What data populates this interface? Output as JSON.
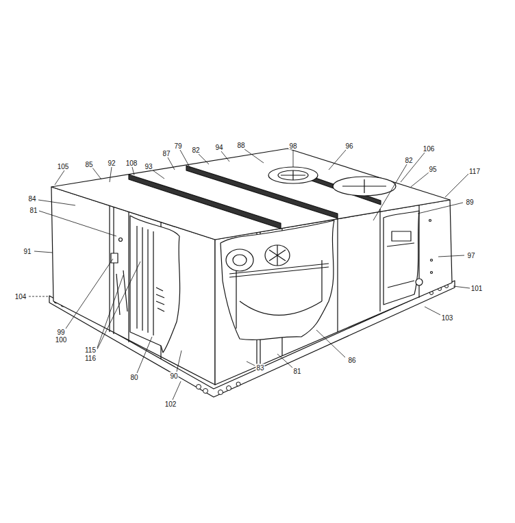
{
  "diagram": {
    "labels": [
      "105",
      "85",
      "92",
      "108",
      "93",
      "87",
      "79",
      "82",
      "94",
      "88",
      "98",
      "96",
      "106",
      "82",
      "95",
      "117",
      "84",
      "81",
      "89",
      "91",
      "97",
      "104",
      "101",
      "103",
      "99",
      "100",
      "115",
      "116",
      "80",
      "90",
      "102",
      "83",
      "81",
      "86"
    ]
  }
}
